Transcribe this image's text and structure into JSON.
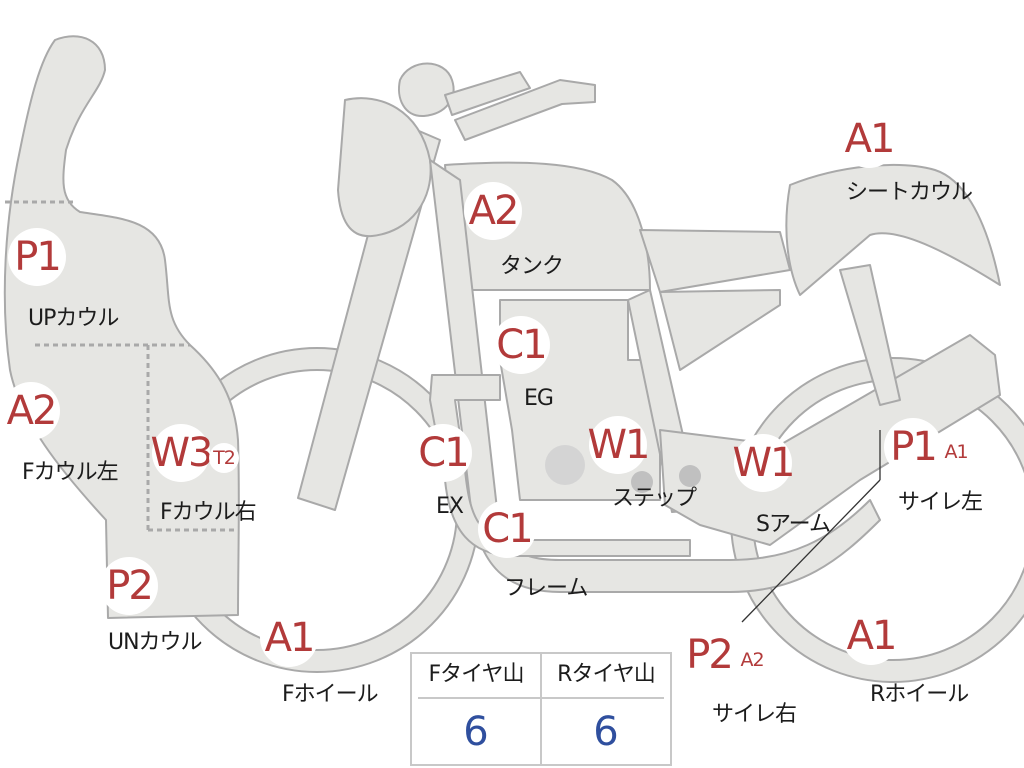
{
  "parts": [
    {
      "id": "up-cowl",
      "code": "P1",
      "label": "UPカウル"
    },
    {
      "id": "f-cowl-left",
      "code": "A2",
      "label": "Fカウル左"
    },
    {
      "id": "f-cowl-right",
      "code": "W3",
      "code2": "T2",
      "label": "Fカウル右"
    },
    {
      "id": "un-cowl",
      "code": "P2",
      "label": "UNカウル"
    },
    {
      "id": "f-wheel",
      "code": "A1",
      "label": "Fホイール"
    },
    {
      "id": "tank",
      "code": "A2",
      "label": "タンク"
    },
    {
      "id": "engine",
      "code": "C1",
      "label": "EG"
    },
    {
      "id": "exhaust",
      "code": "C1",
      "label": "EX"
    },
    {
      "id": "frame",
      "code": "C1",
      "label": "フレーム"
    },
    {
      "id": "step",
      "code": "W1",
      "label": "ステップ"
    },
    {
      "id": "swing-arm",
      "code": "W1",
      "label": "Sアーム"
    },
    {
      "id": "seat-cowl",
      "code": "A1",
      "label": "シートカウル"
    },
    {
      "id": "silencer-left",
      "code": "P1",
      "code2": "A1",
      "label": "サイレ左"
    },
    {
      "id": "silencer-right",
      "code": "P2",
      "code2": "A2",
      "label": "サイレ右"
    },
    {
      "id": "r-wheel",
      "code": "A1",
      "label": "Rホイール"
    }
  ],
  "tire_table": {
    "headers": [
      "Fタイヤ山",
      "Rタイヤ山"
    ],
    "values": [
      "6",
      "6"
    ]
  },
  "colors": {
    "body_fill": "#e6e6e3",
    "outline": "#a9a9a9",
    "code_text": "#b23a3a",
    "value_text": "#2f4f9e"
  }
}
